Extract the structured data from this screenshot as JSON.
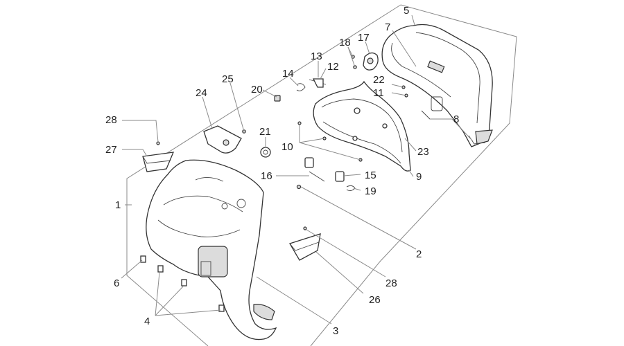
{
  "callouts": [
    {
      "id": "c5",
      "text": "5"
    },
    {
      "id": "c7",
      "text": "7"
    },
    {
      "id": "c17",
      "text": "17"
    },
    {
      "id": "c18",
      "text": "18"
    },
    {
      "id": "c13",
      "text": "13"
    },
    {
      "id": "c12",
      "text": "12"
    },
    {
      "id": "c14",
      "text": "14"
    },
    {
      "id": "c22",
      "text": "22"
    },
    {
      "id": "c11",
      "text": "11"
    },
    {
      "id": "c25",
      "text": "25"
    },
    {
      "id": "c20",
      "text": "20"
    },
    {
      "id": "c24",
      "text": "24"
    },
    {
      "id": "c28a",
      "text": "28"
    },
    {
      "id": "c27",
      "text": "27"
    },
    {
      "id": "c21",
      "text": "21"
    },
    {
      "id": "c8",
      "text": "8"
    },
    {
      "id": "c10",
      "text": "10"
    },
    {
      "id": "c23",
      "text": "23"
    },
    {
      "id": "c16",
      "text": "16"
    },
    {
      "id": "c15",
      "text": "15"
    },
    {
      "id": "c9",
      "text": "9"
    },
    {
      "id": "c19",
      "text": "19"
    },
    {
      "id": "c1",
      "text": "1"
    },
    {
      "id": "c2",
      "text": "2"
    },
    {
      "id": "c6",
      "text": "6"
    },
    {
      "id": "c28b",
      "text": "28"
    },
    {
      "id": "c26",
      "text": "26"
    },
    {
      "id": "c4",
      "text": "4"
    },
    {
      "id": "c3",
      "text": "3"
    }
  ]
}
